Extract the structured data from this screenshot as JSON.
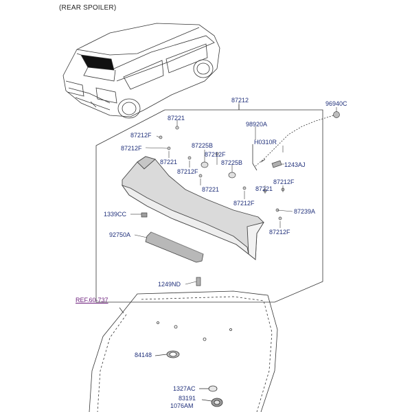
{
  "title": "(REAR SPOILER)",
  "colors": {
    "label": "#1f2f7a",
    "reference": "#6a1b7a",
    "line": "#333333",
    "part_fill": "#d9d9d9"
  },
  "labels": {
    "p87212": "87212",
    "p96940c": "96940C",
    "p87221_a": "87221",
    "p87212f_a": "87212F",
    "p87212f_b": "87212F",
    "p98920a": "98920A",
    "ph0310r": "H0310R",
    "p87225b_a": "87225B",
    "p87221_b": "87221",
    "p87212f_c": "87212F",
    "p87212f_d": "87212F",
    "p87225b_b": "87225B",
    "p1243aj": "1243AJ",
    "p87221_c": "87221",
    "p87221_d": "87221",
    "p87212f_e": "87212F",
    "p87212f_f": "87212F",
    "p1339cc": "1339CC",
    "p87239a": "87239A",
    "p87212f_g": "87212F",
    "p92750a": "92750A",
    "p1249nd": "1249ND",
    "ref": "REF.60-737",
    "p84148": "84148",
    "p1327ac": "1327AC",
    "p83191": "83191",
    "p1076am": "1076AM"
  }
}
